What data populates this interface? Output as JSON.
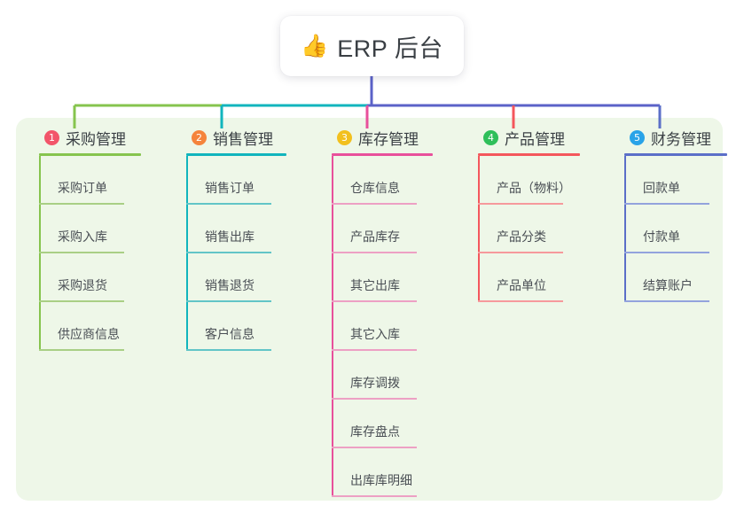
{
  "root": {
    "icon": "thumbs-up-icon",
    "emoji": "👍",
    "title": "ERP 后台"
  },
  "theme": {
    "panel_background": "#eef7e8",
    "card_background": "#ffffff",
    "text_color": "#3b4045",
    "bus_color": "#5b62c8"
  },
  "columns": [
    {
      "number": "1",
      "title": "采购管理",
      "badge_color": "#f2556a",
      "line_color": "#86c44e",
      "leaf_line_color": "#a9cf85",
      "items": [
        {
          "label": "采购订单"
        },
        {
          "label": "采购入库"
        },
        {
          "label": "采购退货"
        },
        {
          "label": "供应商信息"
        }
      ]
    },
    {
      "number": "2",
      "title": "销售管理",
      "badge_color": "#f5843c",
      "line_color": "#11b5bd",
      "leaf_line_color": "#62c5c7",
      "items": [
        {
          "label": "销售订单"
        },
        {
          "label": "销售出库"
        },
        {
          "label": "销售退货"
        },
        {
          "label": "客户信息"
        }
      ]
    },
    {
      "number": "3",
      "title": "库存管理",
      "badge_color": "#f2c01e",
      "line_color": "#e8509b",
      "leaf_line_color": "#eda0c4",
      "items": [
        {
          "label": "仓库信息"
        },
        {
          "label": "产品库存"
        },
        {
          "label": "其它出库"
        },
        {
          "label": "其它入库"
        },
        {
          "label": "库存调拨"
        },
        {
          "label": "库存盘点"
        },
        {
          "label": "出库库明细"
        }
      ]
    },
    {
      "number": "4",
      "title": "产品管理",
      "badge_color": "#2fbf5a",
      "line_color": "#f4575c",
      "leaf_line_color": "#f6999c",
      "items": [
        {
          "label": "产品（物料）"
        },
        {
          "label": "产品分类"
        },
        {
          "label": "产品单位"
        }
      ]
    },
    {
      "number": "5",
      "title": "财务管理",
      "badge_color": "#29a3e8",
      "line_color": "#5b6fc8",
      "leaf_line_color": "#93a3dd",
      "items": [
        {
          "label": "回款单"
        },
        {
          "label": "付款单"
        },
        {
          "label": "结算账户"
        }
      ]
    }
  ]
}
